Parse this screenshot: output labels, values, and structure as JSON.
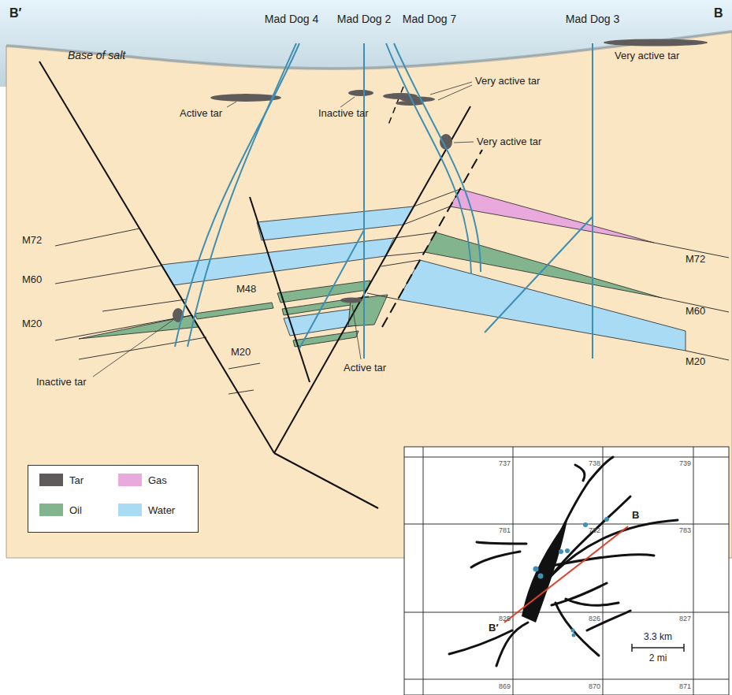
{
  "diagram": {
    "labels": [
      "B′",
      "B",
      "Base of salt",
      "Mad Dog 4",
      "Mad Dog 2",
      "Mad Dog 7",
      "Mad Dog 3",
      "Active tar",
      "Inactive tar",
      "Very active tar",
      "Very active tar",
      "Very active tar",
      "M72",
      "M72",
      "M60",
      "M60",
      "M48",
      "M20",
      "M20",
      "M20",
      "Inactive tar",
      "Active tar",
      "737",
      "738",
      "739",
      "781",
      "782",
      "783",
      "825",
      "826",
      "827",
      "B",
      "B′",
      "869",
      "870",
      "871",
      "3.3 km",
      "2 mi"
    ],
    "legend": [
      {
        "text": "Tar",
        "color": "#5f5b5b"
      },
      {
        "text": "Gas",
        "color": "#e9a9dc"
      },
      {
        "text": "Oil",
        "color": "#82b58e"
      },
      {
        "text": "Water",
        "color": "#a9dcf4"
      }
    ]
  }
}
